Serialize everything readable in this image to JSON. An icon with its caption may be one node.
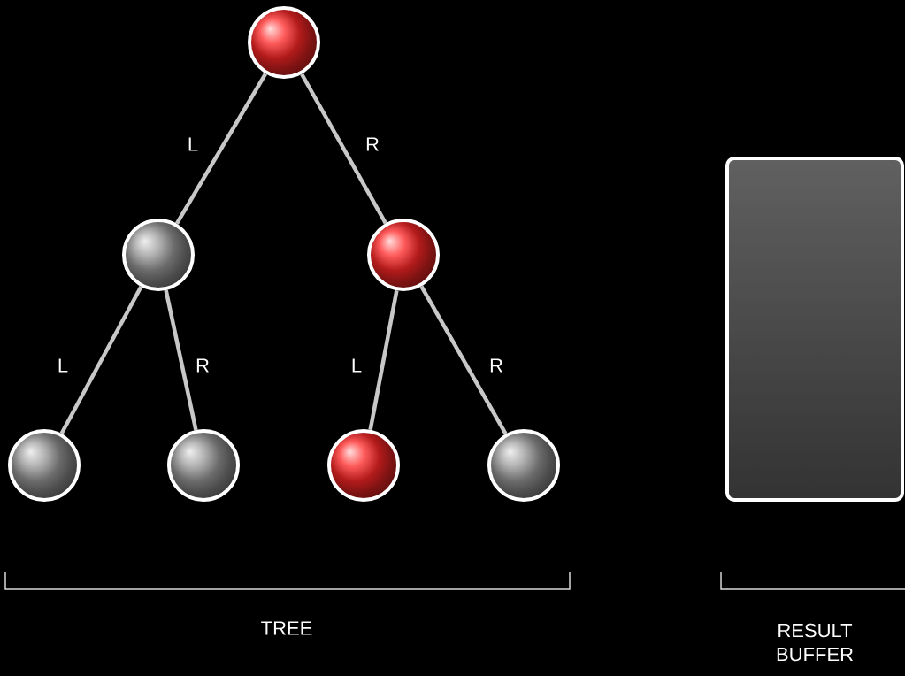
{
  "diagram": {
    "nodes": [
      {
        "text": [],
        "shape": "circle"
      },
      {
        "text": [],
        "shape": "circle"
      },
      {
        "text": [],
        "shape": "circle"
      },
      {
        "text": [],
        "shape": "circle"
      },
      {
        "text": [],
        "shape": "circle"
      },
      {
        "text": [],
        "shape": "circle"
      },
      {
        "text": [],
        "shape": "circle"
      },
      {
        "text": [],
        "shape": "box"
      }
    ],
    "edges": [
      {
        "from": 0,
        "to": 1,
        "arrow": "none",
        "label": "L"
      },
      {
        "from": 0,
        "to": 2,
        "arrow": "none",
        "label": "R"
      },
      {
        "from": 1,
        "to": 3,
        "arrow": "none",
        "label": "L"
      },
      {
        "from": 1,
        "to": 4,
        "arrow": "none",
        "label": "R"
      },
      {
        "from": 2,
        "to": 5,
        "arrow": "none",
        "label": "L"
      },
      {
        "from": 2,
        "to": 6,
        "arrow": "none",
        "label": "R"
      }
    ],
    "labels": [
      "TREE",
      "RESULT BUFFER"
    ]
  }
}
